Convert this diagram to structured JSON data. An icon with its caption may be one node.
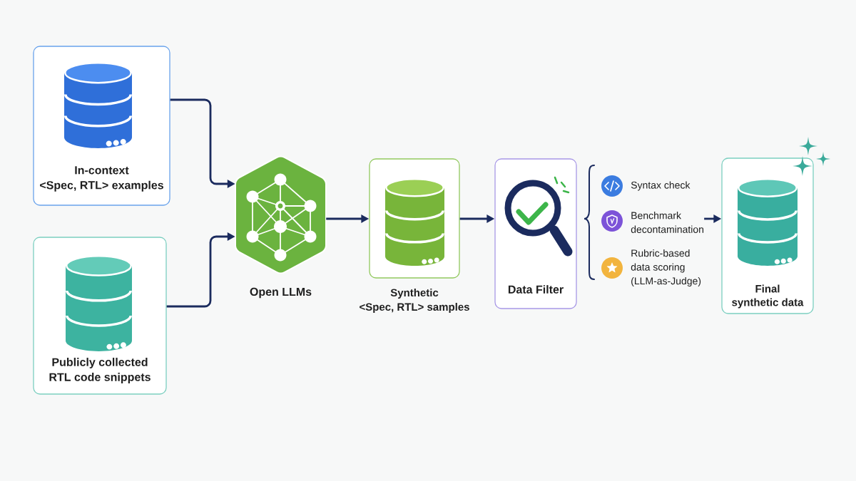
{
  "diagram": {
    "nodes": [
      {
        "text": [
          "In-context <Spec, RTL> examples"
        ]
      },
      {
        "text": [
          "Publicly collected RTL code snippets"
        ]
      },
      {
        "text": [
          "Open LLMs"
        ]
      },
      {
        "text": [
          "Synthetic <Spec, RTL> samples"
        ]
      },
      {
        "text": [
          "Data Filter"
        ]
      },
      {
        "text": [
          "Benchmark decontamination"
        ]
      },
      {
        "text": [
          "Final synthetic data"
        ]
      }
    ],
    "edges": [
      {
        "from": 0,
        "to": 2,
        "arrow": "to"
      },
      {
        "from": 1,
        "to": 2,
        "arrow": "to"
      },
      {
        "from": 2,
        "to": 3,
        "arrow": "to"
      },
      {
        "from": 3,
        "to": 4,
        "arrow": "to"
      },
      {
        "from": 5,
        "to": 6,
        "arrow": "to"
      }
    ],
    "labels": [
      "Syntax check",
      "Rubric-based data scoring (LLM-as-Judge)"
    ]
  }
}
